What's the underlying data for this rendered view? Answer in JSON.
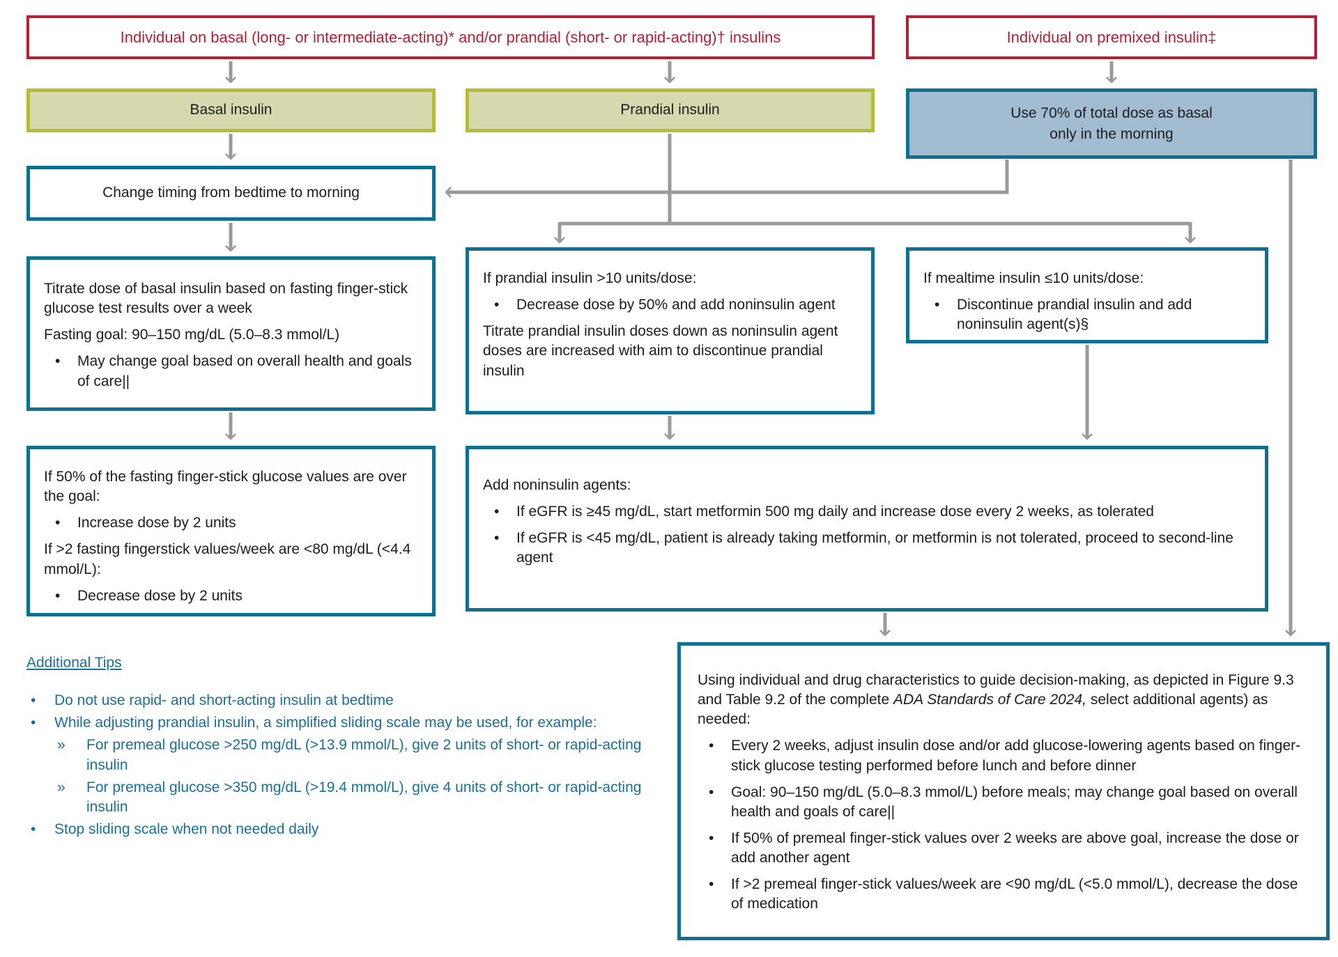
{
  "colors": {
    "red": "#b41f34",
    "olive_border": "#b5bc3a",
    "olive_fill": "#d5d9ad",
    "teal": "#0f7090",
    "blue_fill": "#a2bdd2",
    "arrow": "#9a9a9a",
    "tips": "#1a7096",
    "text": "#1d1d1f"
  },
  "headers": {
    "basal_prandial": "Individual on basal (long- or intermediate-acting)* and/or prandial (short- or rapid-acting)† insulins",
    "premixed": "Individual on premixed insulin‡"
  },
  "boxes": {
    "basal": {
      "label": "Basal insulin"
    },
    "prandial": {
      "label": "Prandial insulin"
    },
    "use70": {
      "line1": "Use 70% of total dose as basal",
      "line2": "only in the morning"
    },
    "change_timing": {
      "label": "Change timing from bedtime to morning"
    },
    "titrate": {
      "p1": "Titrate dose of basal insulin based on fasting finger-stick glucose test results over a week",
      "p2": "Fasting goal: 90–150 mg/dL (5.0–8.3 mmol/L)",
      "b1": "May change goal based on overall health and goals of care||"
    },
    "if50": {
      "p1": "If 50% of the fasting finger-stick glucose values are over the goal:",
      "b1": "Increase dose by 2 units",
      "p2": "If >2 fasting fingerstick values/week are <80 mg/dL (<4.4 mmol/L):",
      "b2": "Decrease dose by 2 units"
    },
    "prandial10": {
      "p1": "If prandial insulin >10 units/dose:",
      "b1": "Decrease dose by 50% and add noninsulin agent",
      "p2": "Titrate prandial insulin doses down as noninsulin agent doses are increased with aim to discontinue prandial insulin"
    },
    "mealtime10": {
      "p1": "If mealtime insulin ≤10 units/dose:",
      "b1": "Discontinue prandial insulin and add noninsulin agent(s)§"
    },
    "noninsulin": {
      "p1": "Add noninsulin agents:",
      "b1": "If eGFR is ≥45 mg/dL, start metformin 500 mg daily and increase dose every 2 weeks, as tolerated",
      "b2": "If eGFR is <45 mg/dL, patient is already taking metformin, or metformin is not tolerated, proceed to second-line agent"
    },
    "decision": {
      "intro1": "Using individual and drug characteristics to guide decision-making, as depicted in Figure 9.3 and Table 9.2 of the complete ",
      "intro_italic": "ADA Standards of Care 2024,",
      "intro2": " select additional agents) as needed:",
      "b1": "Every 2 weeks, adjust insulin dose and/or add glucose-lowering agents based on finger-stick glucose testing performed before lunch and before dinner",
      "b2": "Goal: 90–150 mg/dL (5.0–8.3 mmol/L) before meals; may change goal based on overall health and goals of care||",
      "b3": "If 50% of premeal finger-stick values over 2 weeks are above goal, increase the dose or add another agent",
      "b4": "If >2 premeal finger-stick values/week are <90 mg/dL (<5.0 mmol/L), decrease the dose of medication"
    }
  },
  "tips": {
    "heading": "Additional Tips",
    "b1": "Do not use rapid- and short-acting insulin at bedtime",
    "b2": "While adjusting prandial insulin, a simplified sliding scale may be used, for example:",
    "b2_sub1": "For premeal glucose >250 mg/dL (>13.9 mmol/L), give 2 units of short- or rapid-acting insulin",
    "b2_sub2": "For premeal glucose >350 mg/dL (>19.4 mmol/L), give 4 units of short- or rapid-acting insulin",
    "b3": "Stop sliding scale when not needed daily"
  }
}
